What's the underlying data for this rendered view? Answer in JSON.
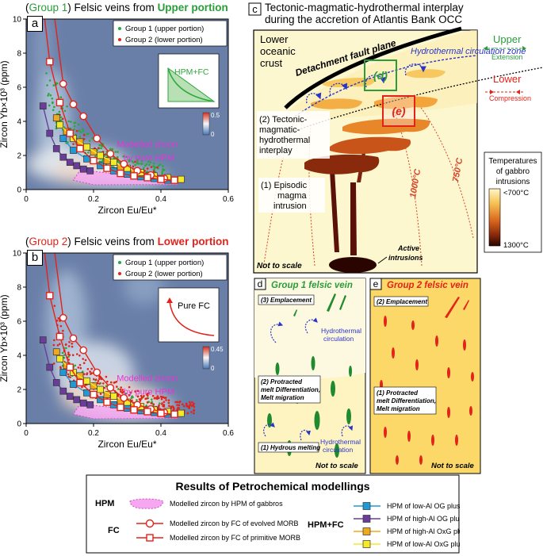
{
  "panel_a": {
    "letter": "a",
    "title_open": "(",
    "title_group": "Group 1",
    "title_mid": ") Felsic veins from ",
    "title_portion": "Upper portion",
    "legend_g1": "Group 1 (upper portion)",
    "legend_g2": "Group 2 (lower portion)",
    "inset_label": "HPM+FC",
    "scale_max": "0.5",
    "scale_min": "0",
    "hpm_label_1": "Modelled zircon",
    "hpm_label_2": "by pure HPM",
    "xlabel": "Zircon Eu/Eu*",
    "ylabel": "Zircon Yb×10³ (ppm)",
    "xticks": [
      "0",
      "0.2",
      "0.4",
      "0.6"
    ],
    "yticks": [
      "0",
      "2",
      "4",
      "6",
      "8",
      "10"
    ]
  },
  "panel_b": {
    "letter": "b",
    "title_open": "(",
    "title_group": "Group 2",
    "title_mid": ") Felsic veins from ",
    "title_portion": "Lower portion",
    "legend_g1": "Group 1 (upper portion)",
    "legend_g2": "Group 2 (lower portion)",
    "inset_label": "Pure FC",
    "scale_max": "0.45",
    "scale_min": "0",
    "hpm_label_1": "Modelled zircon",
    "hpm_label_2": "by pure HPM",
    "xlabel": "Zircon Eu/Eu*",
    "ylabel": "Zircon Yb×10³ (ppm)",
    "xticks": [
      "0",
      "0.2",
      "0.4",
      "0.6"
    ],
    "yticks": [
      "0",
      "2",
      "4",
      "6",
      "8",
      "10"
    ]
  },
  "panel_c": {
    "letter": "c",
    "title_line1": "Tectonic-magmatic-hydrothermal interplay",
    "title_line2": "during the accretion of Atlantis Bank OCC",
    "lower_crust": [
      "Lower",
      "oceanic",
      "crust"
    ],
    "fault": "Detachment fault plane",
    "hydro_zone": "Hydrothermal circulation zone",
    "upper": "Upper",
    "extension": "Extension",
    "lower": "Lower",
    "compression": "Compression",
    "box_d": "(d)",
    "box_e": "(e)",
    "interplay": [
      "(2) Tectonic-",
      "magmatic-",
      "hydrothermal",
      "interplay"
    ],
    "episodic": [
      "(1) Episodic",
      "magma",
      "intrusion"
    ],
    "iso_1000": "1000°C",
    "iso_750": "750°C",
    "active": [
      "Active",
      "intrusions"
    ],
    "not_to_scale": "Not to scale",
    "temp_title": [
      "Temperatures",
      "of gabbro",
      "intrusions"
    ],
    "temp_top": "<700°C",
    "temp_bottom": "1300°C"
  },
  "panel_d": {
    "letter": "d",
    "title": "Group 1 felsic vein",
    "emplacement": "(3) Emplacement",
    "hydro1": [
      "Hydrothermal",
      "circulation"
    ],
    "protracted": [
      "(2) Protracted",
      "melt Differentiation,",
      "Melt migration"
    ],
    "hydrous": "(1) Hydrous melting",
    "hydro2": [
      "Hydrothermal",
      "circulation"
    ],
    "not_to_scale": "Not to scale"
  },
  "panel_e": {
    "letter": "e",
    "title": "Group 2 felsic vein",
    "emplacement": "(2) Emplacement",
    "protracted": [
      "(1) Protracted",
      "melt Differentiation,",
      "Melt migration"
    ],
    "not_to_scale": "Not to scale"
  },
  "legend": {
    "title": "Results of Petrochemical modellings",
    "hpm": "HPM",
    "hpm_desc": "Modelled zircon by HPM of gabbros",
    "fc": "FC",
    "fc_evolved": "Modelled zircon by FC of evolved MORB",
    "fc_primitive": "Modelled zircon by FC of primitive MORB",
    "hpmfc": "HPM+FC",
    "items": [
      {
        "label": "HPM of low-Al OG plus FC",
        "color": "#1f9ad6"
      },
      {
        "label": "HPM of high-Al OG plus FC",
        "color": "#6a3d9a"
      },
      {
        "label": "HPM of high-Al OxG plus FC",
        "color": "#f0a81c"
      },
      {
        "label": "HPM of low-Al OxG plus FC",
        "color": "#f4ea2a"
      }
    ]
  },
  "chart_data": [
    {
      "type": "scatter",
      "panel": "a",
      "xlabel": "Zircon Eu/Eu*",
      "ylabel": "Zircon Yb×10³ (ppm)",
      "xlim": [
        0,
        0.6
      ],
      "ylim": [
        0,
        10
      ],
      "series": [
        {
          "name": "Modelled zircon by FC of evolved MORB",
          "x": [
            0.11,
            0.14,
            0.17,
            0.21,
            0.25,
            0.29,
            0.33,
            0.37,
            0.41
          ],
          "y": [
            6.2,
            5.0,
            4.3,
            3.0,
            2.1,
            1.5,
            1.1,
            0.85,
            0.65
          ]
        },
        {
          "name": "Modelled zircon by FC of primitive MORB",
          "x": [
            0.07,
            0.1,
            0.13,
            0.16,
            0.2,
            0.24,
            0.28,
            0.32,
            0.36,
            0.4,
            0.44
          ],
          "y": [
            7.5,
            5.1,
            3.3,
            2.4,
            1.7,
            1.25,
            0.95,
            0.8,
            0.7,
            0.6,
            0.55
          ]
        },
        {
          "name": "HPM of low-Al OG plus FC",
          "x": [
            0.11,
            0.14,
            0.18,
            0.22,
            0.26,
            0.3,
            0.34,
            0.38,
            0.42
          ],
          "y": [
            3.0,
            2.3,
            1.8,
            1.4,
            1.1,
            0.9,
            0.75,
            0.65,
            0.55
          ]
        },
        {
          "name": "HPM of high-Al OG plus FC",
          "x": [
            0.05,
            0.07,
            0.09,
            0.11,
            0.13,
            0.15,
            0.17,
            0.19
          ],
          "y": [
            4.9,
            3.3,
            2.4,
            1.9,
            1.6,
            1.4,
            1.2,
            1.1
          ]
        },
        {
          "name": "HPM of high-Al OxG plus FC",
          "x": [
            0.09,
            0.12,
            0.16,
            0.2,
            0.24,
            0.28,
            0.32,
            0.36,
            0.4
          ],
          "y": [
            4.2,
            3.4,
            2.8,
            2.2,
            1.7,
            1.3,
            1.0,
            0.8,
            0.65
          ]
        },
        {
          "name": "HPM of low-Al OxG plus FC",
          "x": [
            0.1,
            0.14,
            0.18,
            0.22,
            0.26,
            0.3,
            0.34,
            0.38,
            0.42,
            0.46
          ],
          "y": [
            3.8,
            3.0,
            2.5,
            2.0,
            1.6,
            1.25,
            1.0,
            0.8,
            0.7,
            0.6
          ]
        }
      ]
    },
    {
      "type": "scatter",
      "panel": "b",
      "xlabel": "Zircon Eu/Eu*",
      "ylabel": "Zircon Yb×10³ (ppm)",
      "xlim": [
        0,
        0.6
      ],
      "ylim": [
        0,
        10
      ],
      "series": [
        {
          "name": "Modelled zircon by FC of evolved MORB",
          "x": [
            0.11,
            0.14,
            0.17,
            0.21,
            0.25,
            0.29,
            0.33,
            0.37,
            0.41
          ],
          "y": [
            6.2,
            5.0,
            4.3,
            3.0,
            2.1,
            1.5,
            1.1,
            0.85,
            0.65
          ]
        },
        {
          "name": "Modelled zircon by FC of primitive MORB",
          "x": [
            0.07,
            0.1,
            0.13,
            0.16,
            0.2,
            0.24,
            0.28,
            0.32,
            0.36,
            0.4,
            0.44
          ],
          "y": [
            7.5,
            5.1,
            3.3,
            2.4,
            1.7,
            1.25,
            0.95,
            0.8,
            0.7,
            0.6,
            0.55
          ]
        },
        {
          "name": "HPM of low-Al OG plus FC",
          "x": [
            0.11,
            0.14,
            0.18,
            0.22,
            0.26,
            0.3,
            0.34,
            0.38,
            0.42
          ],
          "y": [
            3.0,
            2.3,
            1.8,
            1.4,
            1.1,
            0.9,
            0.75,
            0.65,
            0.55
          ]
        },
        {
          "name": "HPM of high-Al OG plus FC",
          "x": [
            0.05,
            0.07,
            0.09,
            0.11,
            0.13,
            0.15,
            0.17,
            0.19
          ],
          "y": [
            4.9,
            3.3,
            2.4,
            1.9,
            1.6,
            1.4,
            1.2,
            1.1
          ]
        },
        {
          "name": "HPM of high-Al OxG plus FC",
          "x": [
            0.09,
            0.12,
            0.16,
            0.2,
            0.24,
            0.28,
            0.32,
            0.36,
            0.4
          ],
          "y": [
            4.2,
            3.4,
            2.8,
            2.2,
            1.7,
            1.3,
            1.0,
            0.8,
            0.65
          ]
        },
        {
          "name": "HPM of low-Al OxG plus FC",
          "x": [
            0.1,
            0.14,
            0.18,
            0.22,
            0.26,
            0.3,
            0.34,
            0.38,
            0.42,
            0.46
          ],
          "y": [
            3.8,
            3.0,
            2.5,
            2.0,
            1.6,
            1.25,
            1.0,
            0.8,
            0.7,
            0.6
          ]
        }
      ]
    }
  ]
}
